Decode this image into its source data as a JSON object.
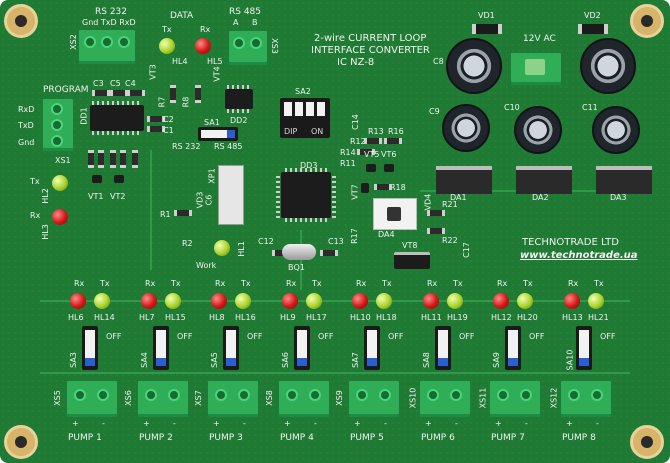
{
  "board": {
    "title_line1": "2-wire CURRENT LOOP",
    "title_line2": "INTERFACE CONVERTER",
    "model": "IC NZ-8",
    "maker": "TECHNOTRADE LTD",
    "url": "www.technotrade.ua"
  },
  "top": {
    "rs232": "RS 232",
    "rs232_pins": "Gnd TxD RxD",
    "xs2": "XS2",
    "data": "DATA",
    "tx": "Tx",
    "rx": "Rx",
    "hl4": "HL4",
    "hl5": "HL5",
    "vt3": "VT3",
    "vt4": "VT4",
    "rs485": "RS 485",
    "rs485_a": "A",
    "rs485_b": "B",
    "xs3": "XS3",
    "program": "PROGRAM",
    "rxd": "RxD",
    "txd": "TxD",
    "gnd": "Gnd",
    "xs1": "XS1",
    "sa1": "SA1",
    "sa2": "SA2",
    "dd2": "DD2",
    "dd3": "DD3",
    "sel_232": "RS 232",
    "sel_485": "RS 485",
    "work": "Work",
    "hl1": "HL1",
    "bq1": "BQ1",
    "c12": "C12",
    "c13": "C13",
    "xp1": "XP1",
    "vt1": "VT1",
    "vt2": "VT2",
    "tx_l": "Tx",
    "rx_l": "Rx",
    "hl2": "HL2",
    "hl3": "HL3",
    "vd1": "VD1",
    "vd2": "VD2",
    "power": "12V  AC",
    "c8": "C8",
    "c9": "C9",
    "c10": "C10",
    "c11": "C11",
    "c14": "C14",
    "da1": "DA1",
    "da2": "DA2",
    "da3": "DA3",
    "da4": "DA4",
    "vt5": "VT5",
    "vt6": "VT6",
    "vt7": "VT7",
    "vt8": "VT8",
    "vd4": "VD4",
    "r13": "R13",
    "r16": "R16",
    "r12": "R12",
    "r14": "R14",
    "r11": "R11",
    "r18": "R18",
    "r21": "R21",
    "r22": "R22",
    "r17": "R17",
    "c17": "C17",
    "r1": "R1",
    "r2": "R2",
    "c1": "C1",
    "c2": "C2",
    "c3": "C3",
    "c5": "C5",
    "c4": "C4",
    "r7": "R7",
    "r8": "R8",
    "dd1": "DD1",
    "on": "ON",
    "dip": "DIP"
  },
  "channels": [
    {
      "hl_rx": "HL6",
      "hl_tx": "HL14",
      "sa": "SA3",
      "xs": "XS5",
      "pump": "PUMP 1"
    },
    {
      "hl_rx": "HL7",
      "hl_tx": "HL15",
      "sa": "SA4",
      "xs": "XS6",
      "pump": "PUMP 2"
    },
    {
      "hl_rx": "HL8",
      "hl_tx": "HL16",
      "sa": "SA5",
      "xs": "XS7",
      "pump": "PUMP 3"
    },
    {
      "hl_rx": "HL9",
      "hl_tx": "HL17",
      "sa": "SA6",
      "xs": "XS8",
      "pump": "PUMP 4"
    },
    {
      "hl_rx": "HL10",
      "hl_tx": "HL18",
      "sa": "SA7",
      "xs": "XS9",
      "pump": "PUMP 5"
    },
    {
      "hl_rx": "HL11",
      "hl_tx": "HL19",
      "sa": "SA8",
      "xs": "XS10",
      "pump": "PUMP 6"
    },
    {
      "hl_rx": "HL12",
      "hl_tx": "HL20",
      "sa": "SA9",
      "xs": "XS11",
      "pump": "PUMP 7"
    },
    {
      "hl_rx": "HL13",
      "hl_tx": "HL21",
      "sa": "SA10",
      "xs": "XS12",
      "pump": "PUMP 8"
    }
  ],
  "channel_labels": {
    "rx": "Rx",
    "tx": "Tx",
    "off": "OFF",
    "plus": "+",
    "minus": "-"
  },
  "colors": {
    "pcb": "#1f7a33",
    "silk": "#f2f2f2",
    "terminal": "#2fae57",
    "led_red": "#d41515",
    "led_green": "#a9d22a"
  }
}
